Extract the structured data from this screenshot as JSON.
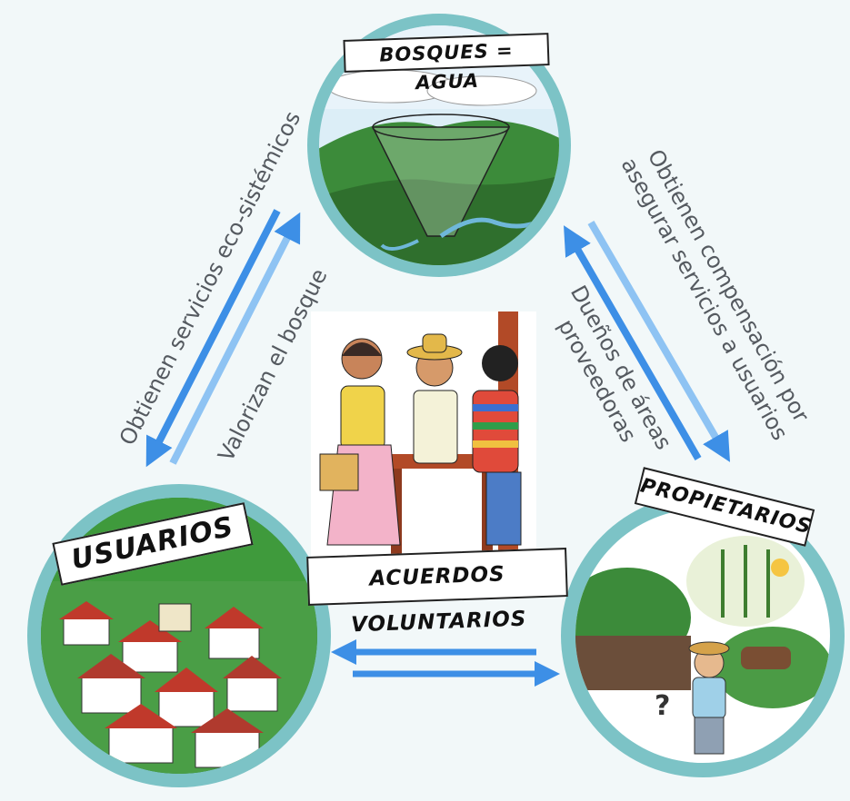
{
  "nodes": {
    "top_label": "BOSQUES = AGUA",
    "left_label": "USUARIOS",
    "right_label": "PROPIETARIOS",
    "center_label": "ACUERDOS VOLUNTARIOS"
  },
  "arrow_labels": {
    "left_outer": "Obtienen servicios eco-sistémicos",
    "left_inner": "Valorizan el bosque",
    "right_outer_line1": "Obtienen compensación por",
    "right_outer_line2": "asegurar servicios a usuarios",
    "right_inner_line1": "Dueños de áreas",
    "right_inner_line2": "proveedoras"
  },
  "question_mark": "?",
  "colors": {
    "ring": "#7cc3c6",
    "arrow": "#3d8fe6",
    "arrow_light": "#8ec3f3",
    "text": "#555a60",
    "forest": "#3c8b3a",
    "sky": "#dceef7"
  }
}
